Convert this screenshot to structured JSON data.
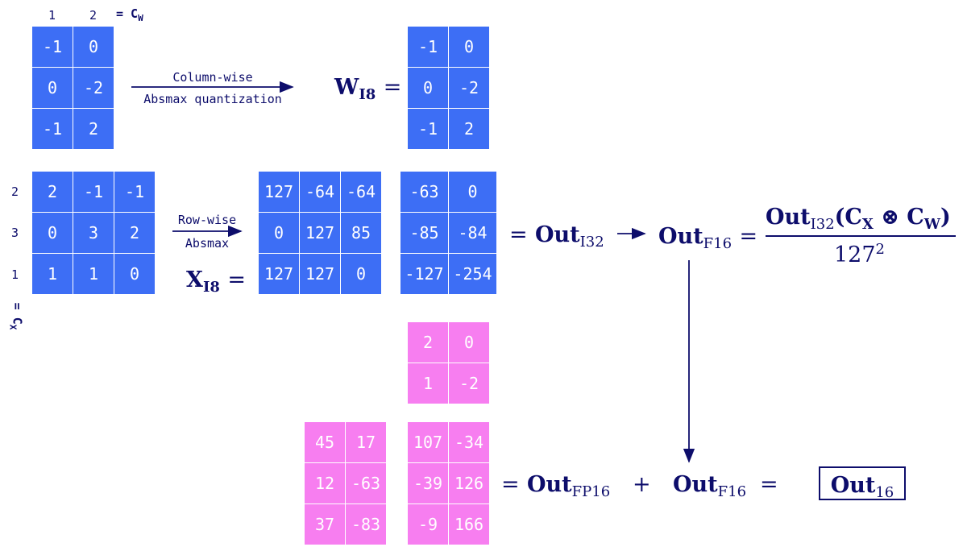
{
  "w_header": {
    "col1": "1",
    "col2": "2",
    "label": "= C",
    "label_sub": "W"
  },
  "w_matrix": [
    [
      "-1",
      "0"
    ],
    [
      "0",
      "-2"
    ],
    [
      "-1",
      "2"
    ]
  ],
  "w_i8_matrix": [
    [
      "-1",
      "0"
    ],
    [
      "0",
      "-2"
    ],
    [
      "-1",
      "2"
    ]
  ],
  "colwise_arrow": {
    "line1": "Column-wise",
    "line2": "Absmax quantization"
  },
  "w_i8_eq": {
    "name": "W",
    "sub": "I8",
    "op": "="
  },
  "x_matrix": [
    [
      "2",
      "-1",
      "-1"
    ],
    [
      "0",
      "3",
      "2"
    ],
    [
      "1",
      "1",
      "0"
    ]
  ],
  "x_row_scales": [
    "2",
    "3",
    "1"
  ],
  "cx_label": {
    "text": "= C",
    "sub": "X"
  },
  "rowwise_arrow": {
    "line1": "Row-wise",
    "line2": "Absmax"
  },
  "x_i8_eq": {
    "name": "X",
    "sub": "I8",
    "op": "="
  },
  "x_i8_matrix": [
    [
      "127",
      "-64",
      "-64"
    ],
    [
      "0",
      "127",
      "85"
    ],
    [
      "127",
      "127",
      "0"
    ]
  ],
  "out_i32_matrix": [
    [
      "-63",
      "0"
    ],
    [
      "-85",
      "-84"
    ],
    [
      "-127",
      "-254"
    ]
  ],
  "out_i32_eq": {
    "op": "=",
    "name": "Out",
    "sub": "I32"
  },
  "out_f16_eq": {
    "name": "Out",
    "sub": "F16",
    "op": "="
  },
  "fraction": {
    "num_name": "Out",
    "num_sub": "I32",
    "num_open": "(C",
    "cx_sub": "X",
    "otimes": " ⊗ C",
    "cw_sub": "W",
    "num_close": ")",
    "den": "127",
    "den_sup": "2"
  },
  "pink_small_matrix": [
    [
      "2",
      "0"
    ],
    [
      "1",
      "-2"
    ]
  ],
  "pink_left_matrix": [
    [
      "45",
      "17"
    ],
    [
      "12",
      "-63"
    ],
    [
      "37",
      "-83"
    ]
  ],
  "pink_right_matrix": [
    [
      "107",
      "-34"
    ],
    [
      "-39",
      "126"
    ],
    [
      "-9",
      "166"
    ]
  ],
  "bottom_eq": {
    "op1": "=",
    "name1": "Out",
    "sub1": "FP16",
    "plus": "+",
    "name2": "Out",
    "sub2": "F16",
    "op2": "=",
    "result": "Out",
    "result_sub": "16"
  },
  "colors": {
    "blue": "#3d6ef5",
    "pink": "#f77ef0",
    "ink": "#0d0d6b"
  }
}
